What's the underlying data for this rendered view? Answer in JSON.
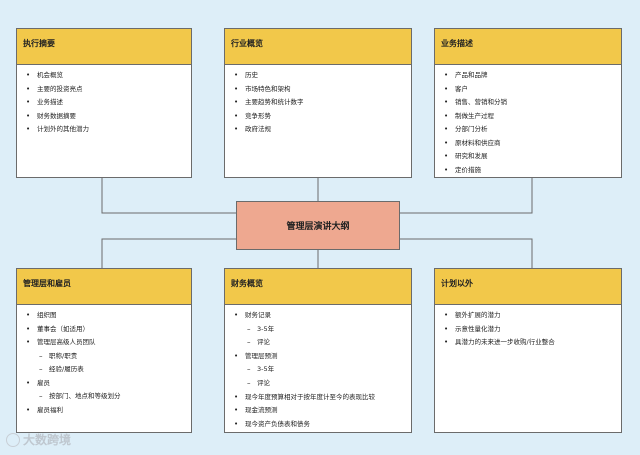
{
  "center": {
    "title": "管理层演讲大纲"
  },
  "boxes": [
    {
      "id": "exec",
      "title": "执行摘要",
      "items": [
        {
          "text": "机会概览",
          "level": 1
        },
        {
          "text": "主要的投资亮点",
          "level": 1
        },
        {
          "text": "业务描述",
          "level": 1
        },
        {
          "text": "财务数据摘要",
          "level": 1
        },
        {
          "text": "计划外的其他潜力",
          "level": 1
        }
      ]
    },
    {
      "id": "industry",
      "title": "行业概览",
      "items": [
        {
          "text": "历史",
          "level": 1
        },
        {
          "text": "市场特色和架构",
          "level": 1
        },
        {
          "text": "主要趋势和统计数字",
          "level": 1
        },
        {
          "text": "竞争形势",
          "level": 1
        },
        {
          "text": "政府法规",
          "level": 1
        }
      ]
    },
    {
      "id": "business",
      "title": "业务描述",
      "items": [
        {
          "text": "产品和品牌",
          "level": 1
        },
        {
          "text": "客户",
          "level": 1
        },
        {
          "text": "销售、营销和分销",
          "level": 1
        },
        {
          "text": "制做生产过程",
          "level": 1
        },
        {
          "text": "分部门分析",
          "level": 1
        },
        {
          "text": "原材料和供应商",
          "level": 1
        },
        {
          "text": "研究和发展",
          "level": 1
        },
        {
          "text": "定价措施",
          "level": 1
        }
      ]
    },
    {
      "id": "management",
      "title": "管理层和雇员",
      "items": [
        {
          "text": "组织图",
          "level": 1
        },
        {
          "text": "董事会（如适用）",
          "level": 1
        },
        {
          "text": "管理层高级人员团队",
          "level": 1
        },
        {
          "text": "职称/职责",
          "level": 2
        },
        {
          "text": "经验/履历表",
          "level": 2
        },
        {
          "text": "雇员",
          "level": 1
        },
        {
          "text": "按部门、地点和等级划分",
          "level": 2
        },
        {
          "text": "雇员福利",
          "level": 1
        }
      ]
    },
    {
      "id": "finance",
      "title": "财务概览",
      "items": [
        {
          "text": "财务记录",
          "level": 1
        },
        {
          "text": "3-5年",
          "level": 2
        },
        {
          "text": "评论",
          "level": 2
        },
        {
          "text": "管理层预测",
          "level": 1
        },
        {
          "text": "3-5年",
          "level": 2
        },
        {
          "text": "评论",
          "level": 2
        },
        {
          "text": "现今年度预算相对于按年度计至今的表现比较",
          "level": 1
        },
        {
          "text": "现金流预测",
          "level": 1
        },
        {
          "text": "现今资产负债表和债务",
          "level": 1
        }
      ]
    },
    {
      "id": "beyond",
      "title": "计划以外",
      "items": [
        {
          "text": "额外扩展的潜力",
          "level": 1
        },
        {
          "text": "示意性量化潜力",
          "level": 1
        },
        {
          "text": "具潜力的未来进一步收购/行业整合",
          "level": 1
        }
      ]
    }
  ],
  "watermark": {
    "text": "大数跨境"
  },
  "colors": {
    "background": "#ddeef8",
    "header": "#f2c84a",
    "center": "#eea890",
    "border": "#6b6b6b"
  }
}
